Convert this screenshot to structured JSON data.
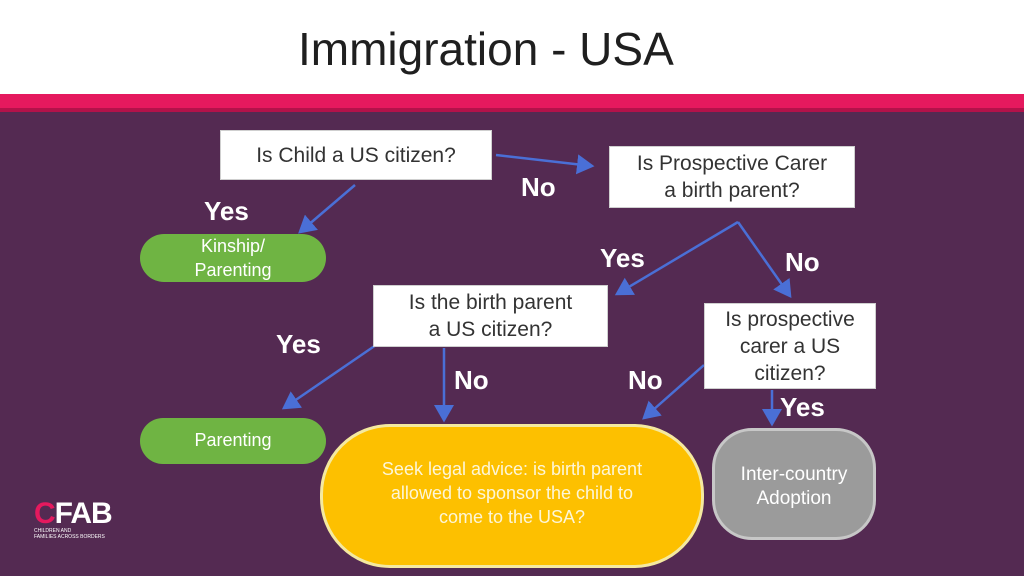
{
  "title": "Immigration - USA",
  "nodes": {
    "q_us_citizen": "Is Child a US citizen?",
    "q_birth_parent": "Is Prospective Carer\na birth parent?",
    "q_parent_citizen": "Is the birth parent\na US citizen?",
    "q_carer_citizen": "Is prospective\ncarer a US\ncitizen?",
    "kinship": "Kinship/\nParenting",
    "parenting": "Parenting",
    "legal_advice": "Seek legal advice: is birth parent\nallowed to sponsor the child to\ncome to the USA?",
    "intercountry": "Inter-country\nAdoption"
  },
  "edge_labels": {
    "yes_1": "Yes",
    "no_1": "No",
    "yes_2": "Yes",
    "no_2": "No",
    "yes_3": "Yes",
    "no_3": "No",
    "no_4": "No",
    "yes_4": "Yes"
  },
  "logo": {
    "text_c": "C",
    "text_rest": "FAB",
    "sub1": "CHILDREN AND",
    "sub2": "FAMILIES ACROSS BORDERS"
  },
  "colors": {
    "accent_pink": "#e5195e",
    "panel_purple": "#542a52",
    "green": "#6fb443",
    "yellow": "#fdc000",
    "grey": "#9b9b9b",
    "arrow_blue": "#4a6fd6"
  }
}
